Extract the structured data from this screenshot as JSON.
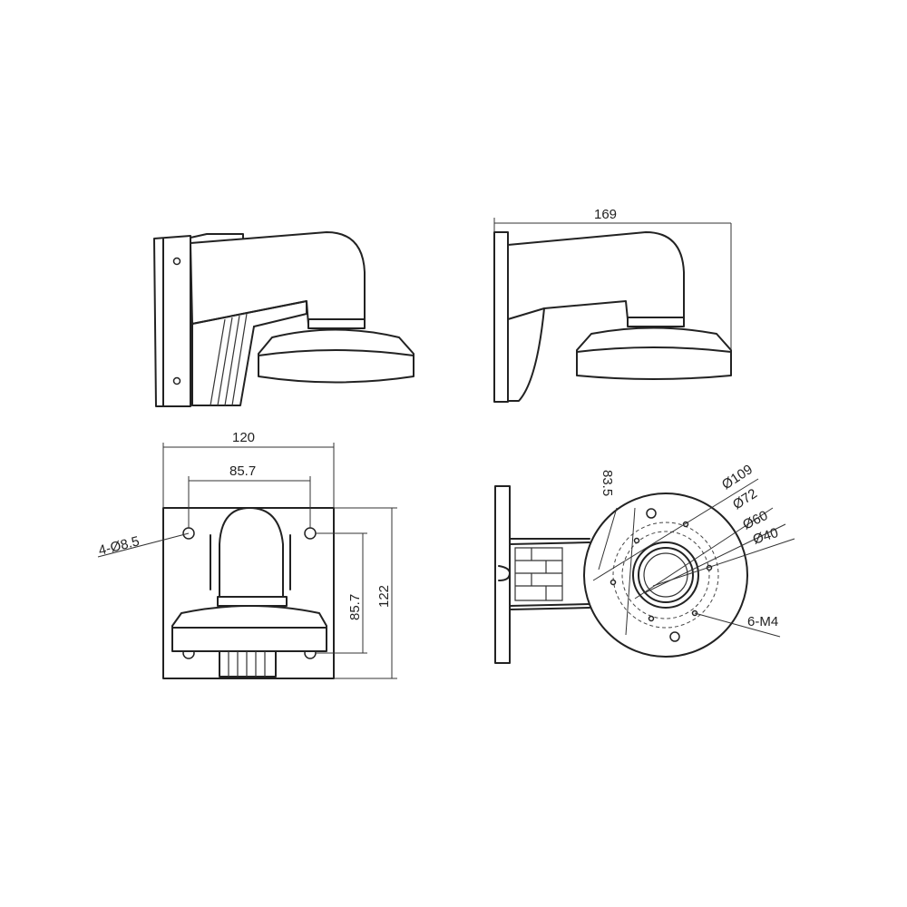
{
  "views": {
    "side": {
      "dims": {
        "width": "169"
      }
    },
    "front": {
      "dims": {
        "width": "120",
        "hole_spacing_x": "85.7",
        "hole_spacing_y": "85.7",
        "height": "122",
        "holes": "4-Ø8.5"
      }
    },
    "top": {
      "dims": {
        "offset": "83.5",
        "d109": "Ø109",
        "d72": "Ø72",
        "d60": "Ø60",
        "d40": "Ø40",
        "screws": "6-M4"
      }
    }
  },
  "colors": {
    "line": "#222222",
    "background": "#ffffff"
  }
}
